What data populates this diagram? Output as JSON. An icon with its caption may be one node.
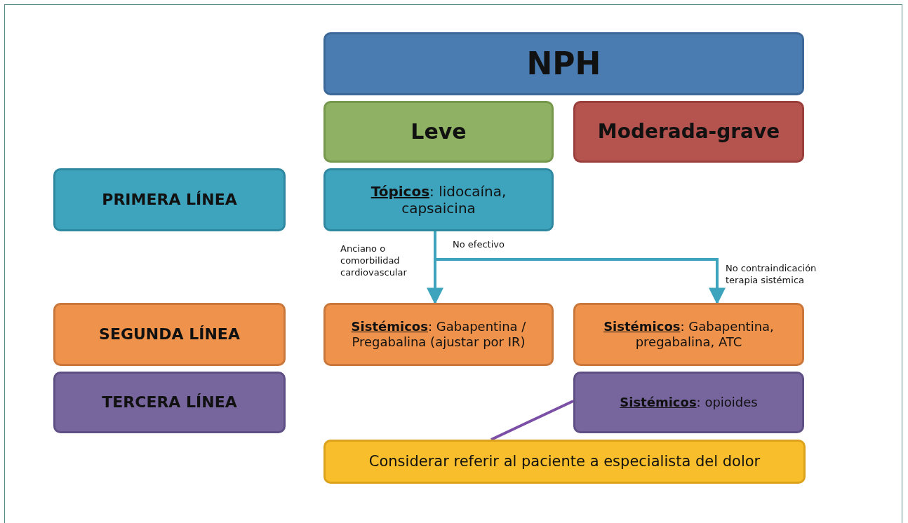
{
  "diagram": {
    "nodes": [
      {
        "text": [
          "NPH"
        ]
      },
      {
        "text": [
          "Leve"
        ]
      },
      {
        "text": [
          "Moderada-grave"
        ]
      },
      {
        "text": [
          "PRIMERA LÍNEA"
        ]
      },
      {
        "text": [
          "**Tópicos**: lidocaína, capsaicina"
        ]
      },
      {
        "text": [
          "SEGUNDA LÍNEA"
        ]
      },
      {
        "text": [
          "**Sistémicos**: Gabapentina / Pregabalina (ajustar por IR)"
        ]
      },
      {
        "text": [
          "**Sistémicos**: Gabapentina, pregabalina, ATC"
        ]
      },
      {
        "text": [
          "TERCERA LÍNEA"
        ]
      },
      {
        "text": [
          "**Sistémicos**: opioides"
        ]
      },
      {
        "text": [
          "Considerar referir al paciente a especialista del dolor"
        ]
      }
    ],
    "edges": [
      {
        "from": 4,
        "to": 6,
        "arrow": "to",
        "label": "Anciano o comorbilidad cardiovascular"
      },
      {
        "from": 4,
        "to": 7,
        "arrow": "to",
        "label": "No contraindicación terapia sistémica"
      },
      {
        "from": 9,
        "to": 10,
        "arrow": "none",
        "color": "#7b4fa6"
      }
    ],
    "labels": [
      "No efectivo"
    ]
  }
}
